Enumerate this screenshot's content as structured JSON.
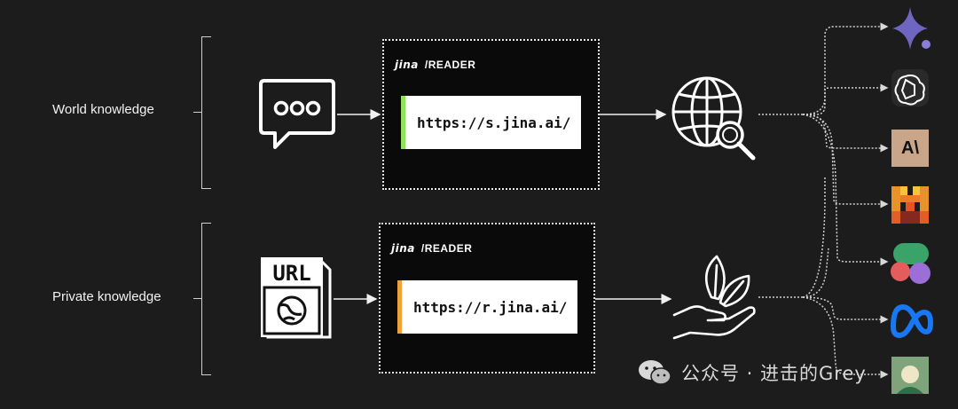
{
  "world": {
    "label": "World knowledge",
    "brand_logo": "jina",
    "brand_text": "/READER",
    "url": "https://s.jina.ai/",
    "accent": "#8fe35a"
  },
  "private": {
    "label": "Private knowledge",
    "brand_logo": "jina",
    "brand_text": "/READER",
    "url": "https://r.jina.ai/",
    "accent": "#f2a03a",
    "doc_text": "URL"
  },
  "llm_icons": [
    "gemini-icon",
    "openai-icon",
    "anthropic-icon",
    "mistral-icon",
    "perplexity-icon",
    "meta-icon",
    "avatar-icon"
  ],
  "llm_logo_text": {
    "anthropic": "A\\"
  },
  "watermark": {
    "text": "公众号 · 进击的Grey"
  }
}
